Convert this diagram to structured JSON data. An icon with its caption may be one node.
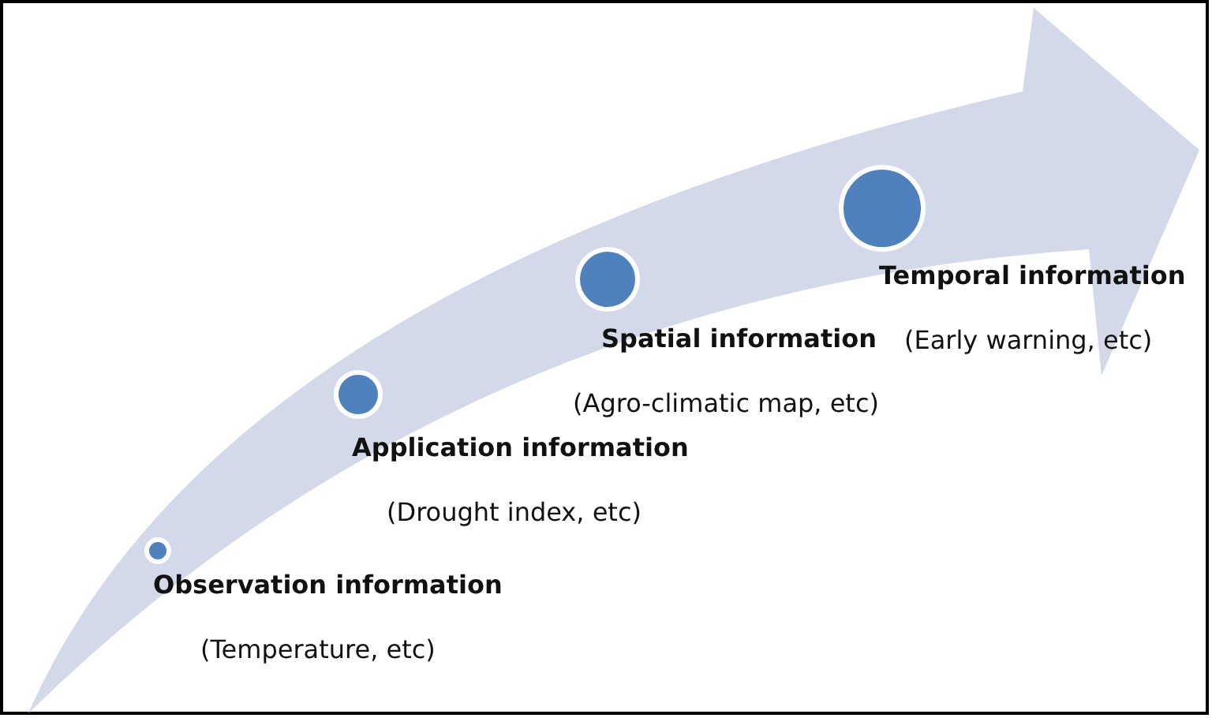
{
  "diagram": {
    "nodes": [
      {
        "text": [],
        "shape": "circle",
        "beside": [
          "Observation information",
          "(Temperature, etc)"
        ]
      },
      {
        "text": [],
        "shape": "circle",
        "beside": [
          "Application information",
          "(Drought index, etc)"
        ]
      },
      {
        "text": [],
        "shape": "circle",
        "beside": [
          "Spatial information",
          "(Agro-climatic map, etc)"
        ]
      },
      {
        "text": [],
        "shape": "circle",
        "beside": [
          "Temporal information",
          "(Early warning, etc)"
        ]
      }
    ]
  }
}
